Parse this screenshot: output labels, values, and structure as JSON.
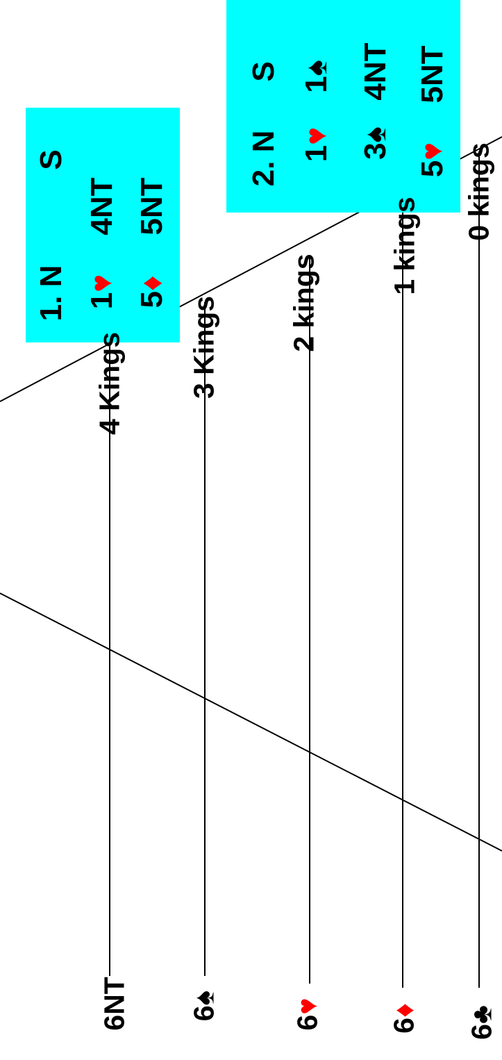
{
  "box1": {
    "header": [
      "1. N",
      "S"
    ],
    "rows": [
      {
        "north_level": "1",
        "north_suit": "♥",
        "south": "4NT"
      },
      {
        "north_level": "5",
        "north_suit": "♦",
        "south": "5NT"
      }
    ]
  },
  "box2": {
    "header": [
      "2. N",
      "S"
    ],
    "rows": [
      {
        "north_level": "1",
        "north_suit": "♥",
        "south_level": "1",
        "south_suit": "♠"
      },
      {
        "north_level": "3",
        "north_suit": "♠",
        "south": "4NT"
      },
      {
        "north_level": "5",
        "north_suit": "♥",
        "south": "5NT"
      }
    ]
  },
  "king_labels": [
    "4 Kings",
    "3 Kings",
    "2 kings",
    "1 kings",
    "0 kings"
  ],
  "contracts": [
    {
      "level": "6NT",
      "suit": ""
    },
    {
      "level": "6",
      "suit": "♠"
    },
    {
      "level": "6",
      "suit": "♥"
    },
    {
      "level": "6",
      "suit": "♦"
    },
    {
      "level": "6",
      "suit": "♣"
    }
  ],
  "colors": {
    "box": "#00ffff",
    "red_suit": "#ff0000",
    "black_suit": "#000000"
  }
}
